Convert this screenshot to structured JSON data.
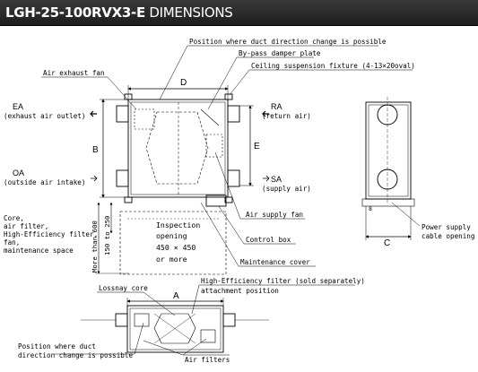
{
  "header": {
    "model": "LGH-25-100RVX3-E",
    "title_suffix": "DIMENSIONS"
  },
  "dimensions": {
    "A": "A",
    "B": "B",
    "C": "C",
    "D": "D",
    "E": "E"
  },
  "ports": {
    "ea_code": "EA",
    "ea_desc": "(exhaust air outlet)",
    "oa_code": "OA",
    "oa_desc": "(outside air intake)",
    "ra_code": "RA",
    "ra_desc": "(return air)",
    "sa_code": "SA",
    "sa_desc": "(supply air)"
  },
  "labels": {
    "duct_change_top": "Position where duct direction change is possible",
    "bypass_damper": "By-pass damper plate",
    "ceiling_suspension": "Ceiling suspension fixture (4-13×20oval)",
    "air_exhaust_fan": "Air exhaust fan",
    "air_supply_fan": "Air supply fan",
    "control_box": "Control box",
    "maintenance_cover": "Maintenance cover",
    "maintenance_space_1": "Core,",
    "maintenance_space_2": "air filter,",
    "maintenance_space_3": "High-Efficiency filter,",
    "maintenance_space_4": "fan,",
    "maintenance_space_5": "maintenance space",
    "more_than_600": "More than 600",
    "range_150_250": "150 to 250",
    "inspection_1": "Inspection",
    "inspection_2": "opening",
    "inspection_3": "450 × 450",
    "inspection_4": "or more",
    "lossnay_core": "Lossnay core",
    "hef_attach_1": "High-Efficiency filter (sold separately)",
    "hef_attach_2": "attachment position",
    "duct_change_bottom_1": "Position where duct",
    "duct_change_bottom_2": "direction change is possible",
    "air_filters": "Air filters",
    "power_supply_1": "Power supply",
    "power_supply_2": "cable opening",
    "dim_8": "8"
  }
}
